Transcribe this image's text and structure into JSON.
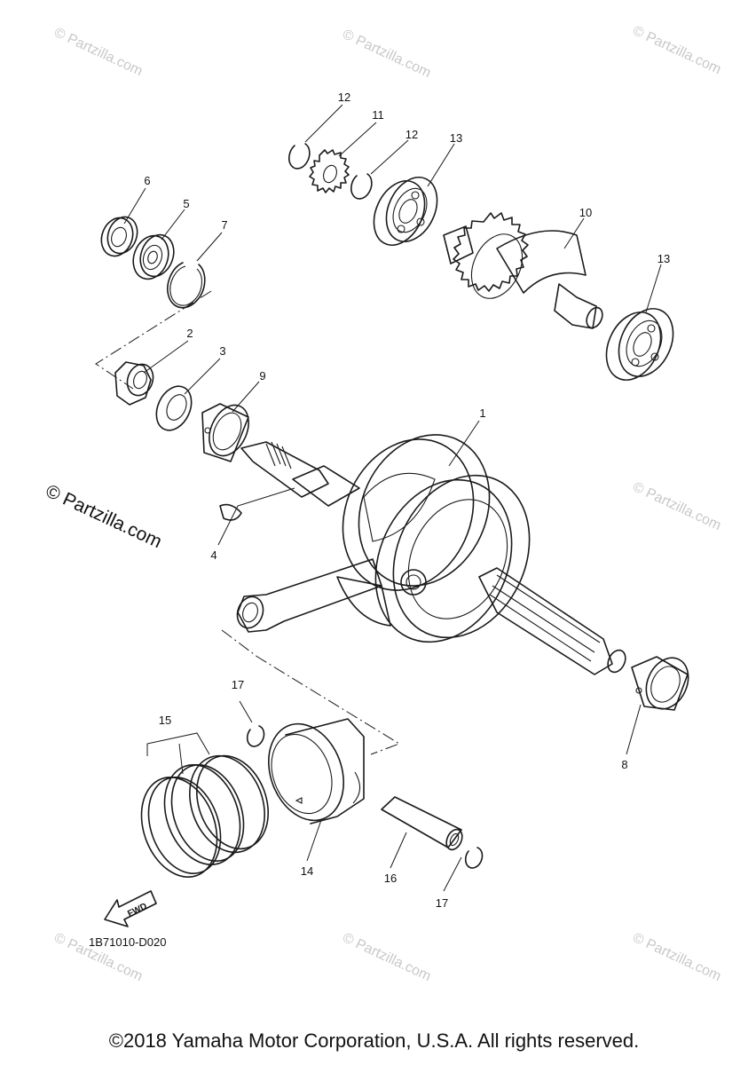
{
  "watermark": {
    "text": "© Partzilla.com"
  },
  "callouts": [
    {
      "id": "c1",
      "label": "1"
    },
    {
      "id": "c2",
      "label": "2"
    },
    {
      "id": "c3",
      "label": "3"
    },
    {
      "id": "c4",
      "label": "4"
    },
    {
      "id": "c5",
      "label": "5"
    },
    {
      "id": "c6",
      "label": "6"
    },
    {
      "id": "c7",
      "label": "7"
    },
    {
      "id": "c8",
      "label": "8"
    },
    {
      "id": "c9",
      "label": "9"
    },
    {
      "id": "c10",
      "label": "10"
    },
    {
      "id": "c11",
      "label": "11"
    },
    {
      "id": "c12a",
      "label": "12"
    },
    {
      "id": "c12b",
      "label": "12"
    },
    {
      "id": "c13a",
      "label": "13"
    },
    {
      "id": "c13b",
      "label": "13"
    },
    {
      "id": "c14",
      "label": "14"
    },
    {
      "id": "c15",
      "label": "15"
    },
    {
      "id": "c16",
      "label": "16"
    },
    {
      "id": "c17a",
      "label": "17"
    },
    {
      "id": "c17b",
      "label": "17"
    }
  ],
  "fwd_arrow_label": "FWD",
  "diagram_code": "1B71010-D020",
  "copyright": "©2018 Yamaha Motor Corporation, U.S.A. All rights reserved."
}
